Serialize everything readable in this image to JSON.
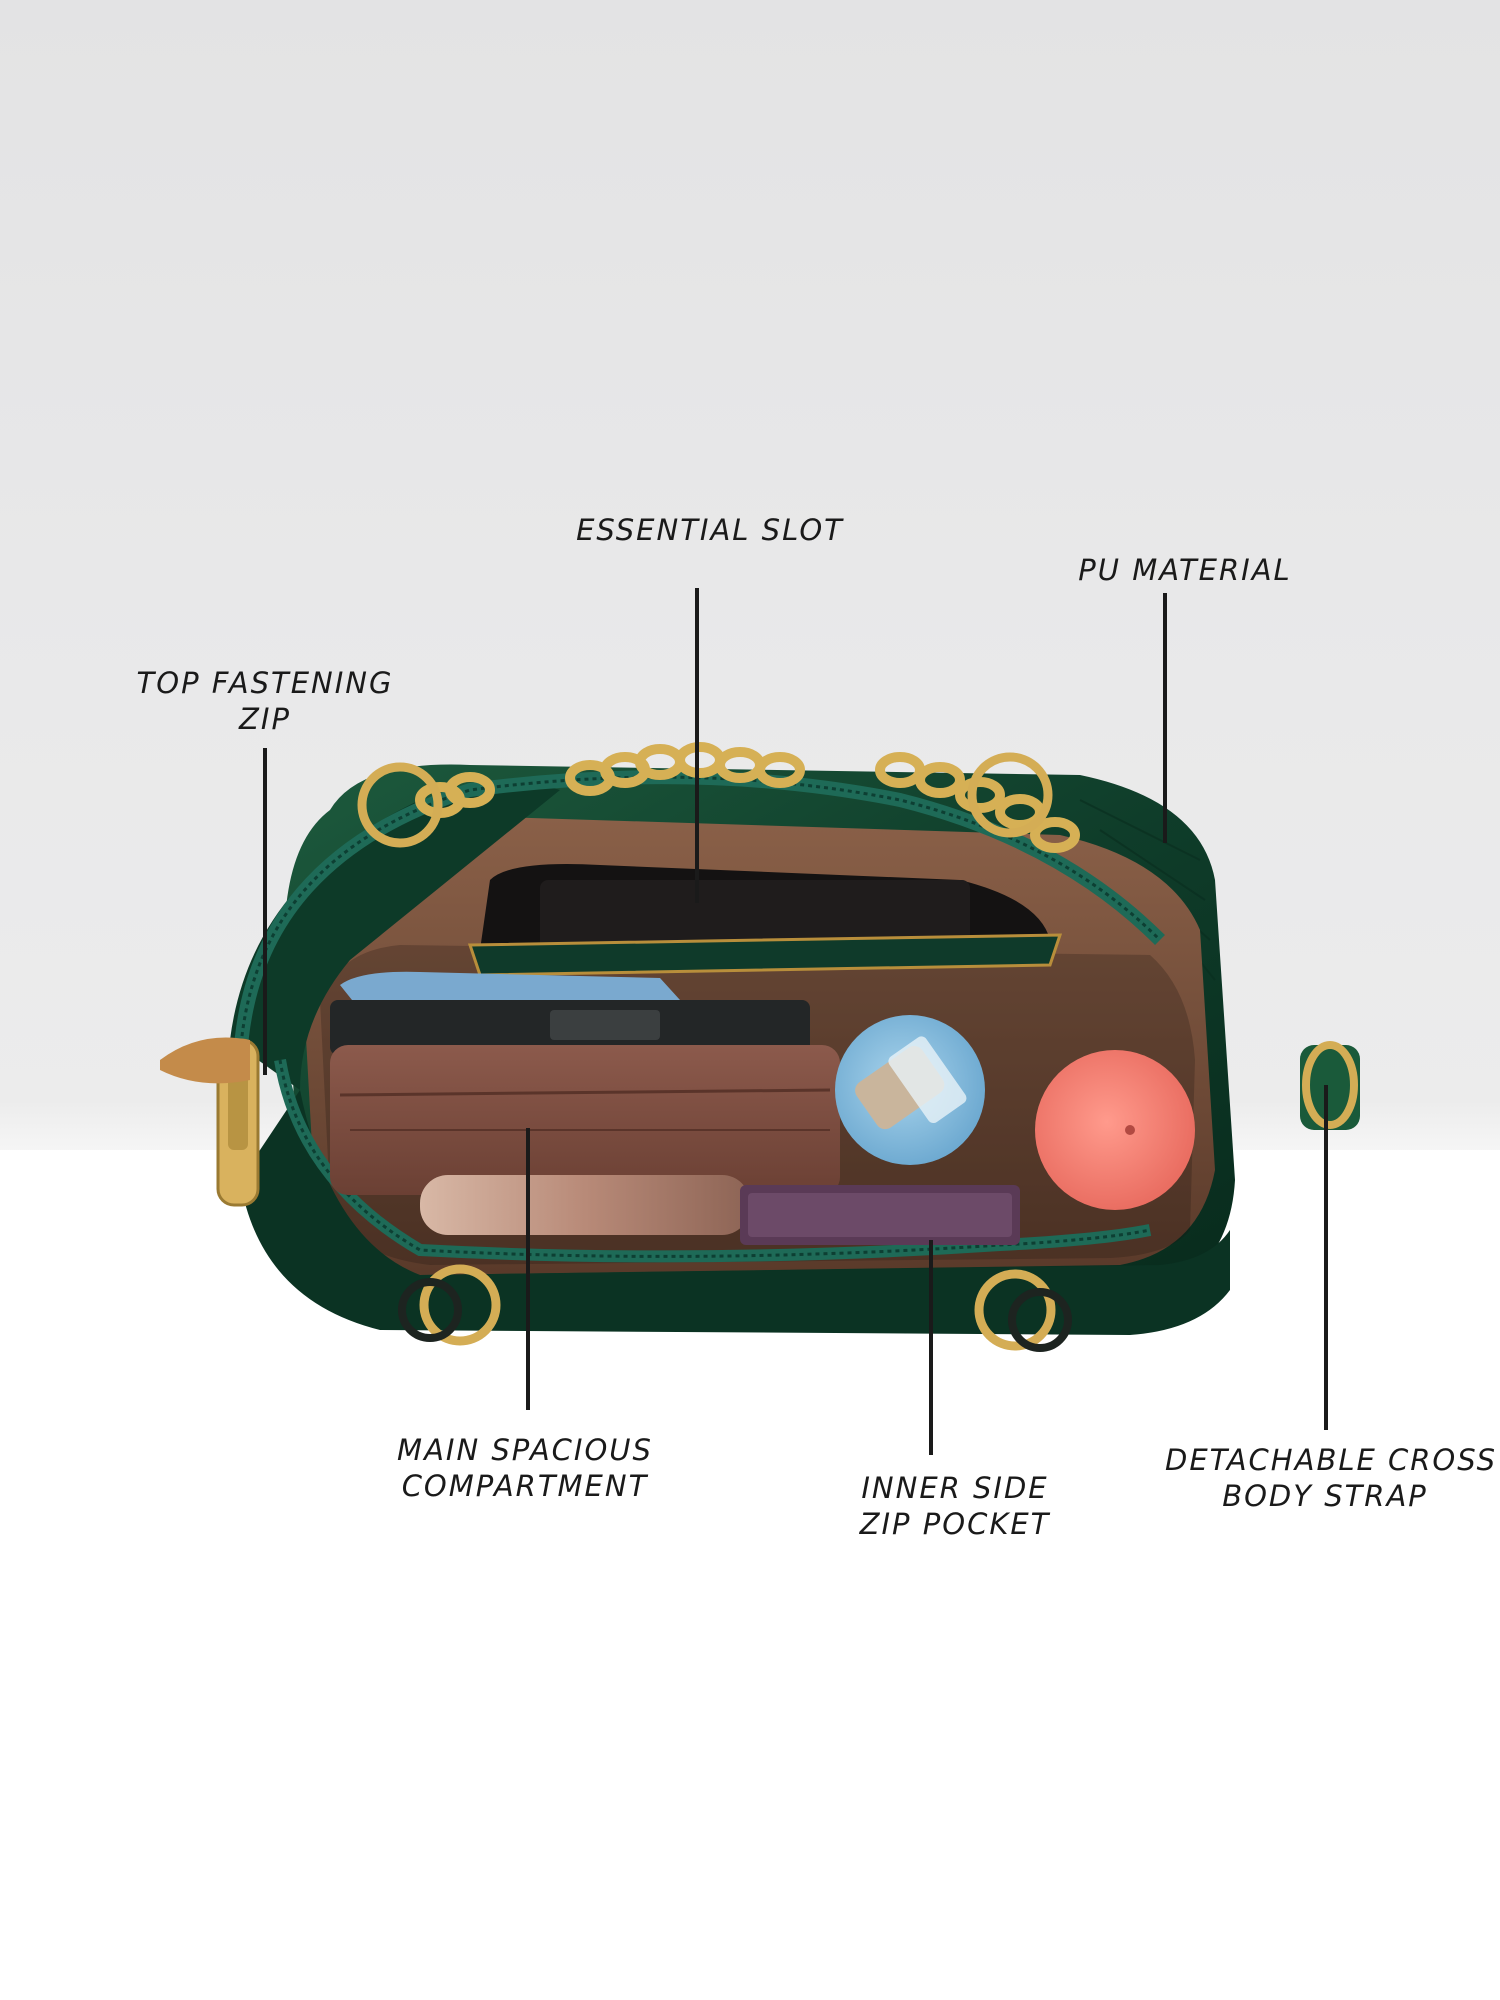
{
  "callouts": {
    "essential_slot": {
      "lines": [
        "ESSENTIAL SLOT"
      ]
    },
    "pu_material": {
      "lines": [
        "PU MATERIAL"
      ]
    },
    "top_fastening_zip": {
      "lines": [
        "TOP FASTENING",
        "ZIP"
      ]
    },
    "main_compartment": {
      "lines": [
        "MAIN SPACIOUS",
        "COMPARTMENT"
      ]
    },
    "inner_side_zip_pocket": {
      "lines": [
        "INNER SIDE",
        "ZIP POCKET"
      ]
    },
    "detachable_strap": {
      "lines": [
        "DETACHABLE CROSS",
        "BODY STRAP"
      ]
    }
  },
  "colors": {
    "background_top": "#e6e6e7",
    "background_bottom": "#ffffff",
    "bag_green": "#0f3d2a",
    "lining_brown": "#6e4a36",
    "hardware_gold": "#c9a24a",
    "callout_ink": "#1a1a1a"
  }
}
